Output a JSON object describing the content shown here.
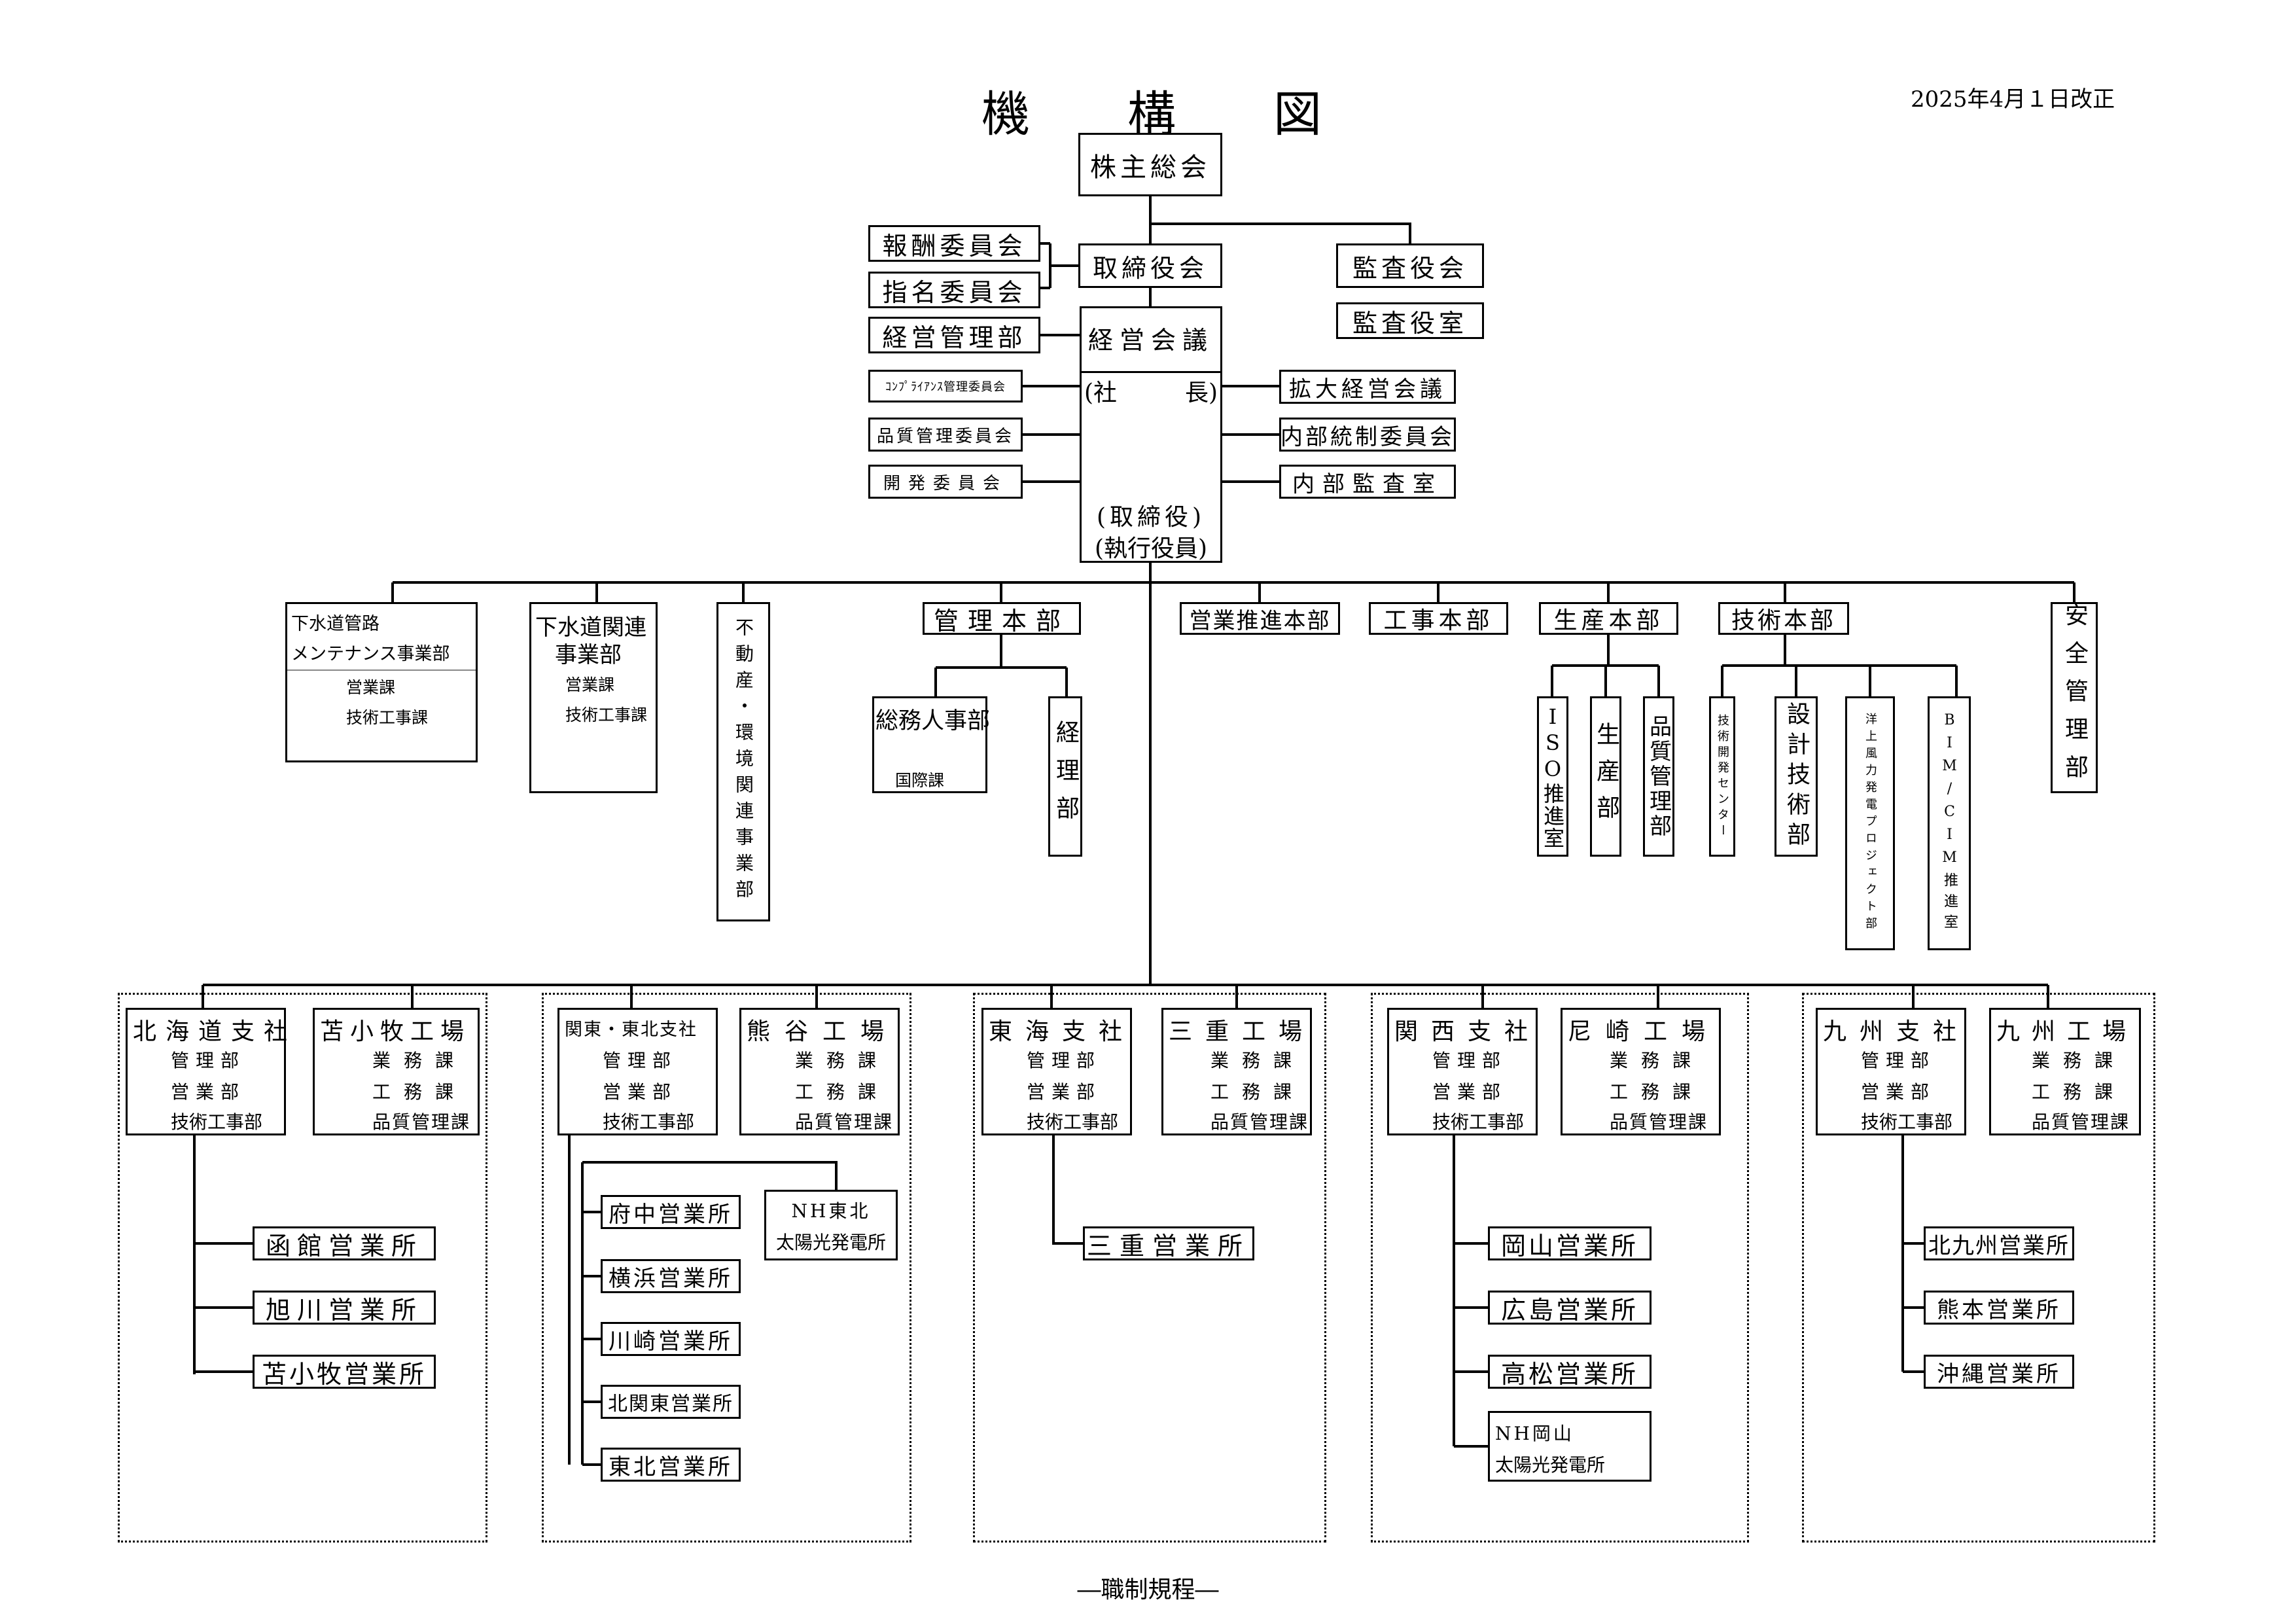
{
  "page": {
    "title_chars": [
      "機",
      "構",
      "図"
    ],
    "revision_date": "2025年4月１日改正",
    "footer": "―職制規程―"
  },
  "governance": {
    "shareholders": "株主総会",
    "board": "取締役会",
    "compensation_committee": "報酬委員会",
    "nomination_committee": "指名委員会",
    "auditors_board": "監査役会",
    "auditors_office": "監査役室",
    "management_dept": "経営管理部",
    "management_council": "経営会議",
    "compliance_committee": "ｺﾝﾌﾟﾗｲｱﾝｽ管理委員会",
    "quality_committee": "品質管理委員会",
    "development_committee": "開発委員会",
    "president_l": "(社",
    "president_r": "長)",
    "directors": "(取締役)",
    "officers": "(執行役員)",
    "expanded_council": "拡大経営会議",
    "internal_control_committee": "内部統制委員会",
    "internal_audit": "内部監査室"
  },
  "divisions": {
    "sewer_maint": {
      "name_1": "下水道管路",
      "name_2": "メンテナンス事業部",
      "sub": [
        "営業課",
        "技術工事課"
      ]
    },
    "sewer_rel": {
      "name_1": "下水道関連",
      "name_2": "事業部",
      "sub": [
        "営業課",
        "技術工事課"
      ]
    },
    "real_estate": "不動産・環境関連事業部",
    "admin_hq": "管理本部",
    "general_affairs": "総務人事部",
    "international": "国際課",
    "accounting": "経理部",
    "sales_promo_hq": "営業推進本部",
    "construction_hq": "工事本部",
    "production_hq": "生産本部",
    "iso": "ISO推進室",
    "production": "生産部",
    "quality_mgmt": "品質管理部",
    "technology_hq": "技術本部",
    "tech_dev_center": "技術開発センター",
    "design_tech": "設計技術部",
    "offshore_wind": "洋上風力発電プロジェクト部",
    "bim_cim": "BIM/CIM推進室",
    "safety": "安全管理部"
  },
  "regions": {
    "hokkaido": {
      "branch": "北海道支社",
      "branch_sub": [
        "管理部",
        "営業部",
        "技術工事部"
      ],
      "factory": "苫小牧工場",
      "factory_sub": [
        "業務課",
        "工務課",
        "品質管理課"
      ],
      "offices": [
        "函館営業所",
        "旭川営業所",
        "苫小牧営業所"
      ]
    },
    "kanto": {
      "branch": "関東・東北支社",
      "branch_sub": [
        "管理部",
        "営業部",
        "技術工事部"
      ],
      "factory": "熊谷工場",
      "factory_sub": [
        "業務課",
        "工務課",
        "品質管理課"
      ],
      "offices": [
        "府中営業所",
        "横浜営業所",
        "川崎営業所",
        "北関東営業所",
        "東北営業所"
      ],
      "solar_1": "NH東北",
      "solar_2": "太陽光発電所"
    },
    "tokai": {
      "branch": "東海支社",
      "branch_sub": [
        "管理部",
        "営業部",
        "技術工事部"
      ],
      "factory": "三重工場",
      "factory_sub": [
        "業務課",
        "工務課",
        "品質管理課"
      ],
      "offices": [
        "三重営業所"
      ]
    },
    "kansai": {
      "branch": "関西支社",
      "branch_sub": [
        "管理部",
        "営業部",
        "技術工事部"
      ],
      "factory": "尼崎工場",
      "factory_sub": [
        "業務課",
        "工務課",
        "品質管理課"
      ],
      "offices": [
        "岡山営業所",
        "広島営業所",
        "高松営業所"
      ],
      "solar_1": "NH岡山",
      "solar_2": "太陽光発電所"
    },
    "kyushu": {
      "branch": "九州支社",
      "branch_sub": [
        "管理部",
        "営業部",
        "技術工事部"
      ],
      "factory": "九州工場",
      "factory_sub": [
        "業務課",
        "工務課",
        "品質管理課"
      ],
      "offices": [
        "北九州営業所",
        "熊本営業所",
        "沖縄営業所"
      ]
    }
  }
}
